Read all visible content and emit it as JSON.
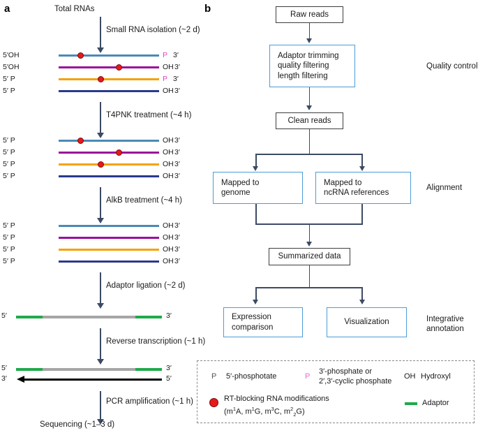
{
  "panels": {
    "a": {
      "letter": "a",
      "title": "Total RNAs",
      "steps": [
        {
          "label": "Small RNA isolation (~2 d)"
        },
        {
          "label": "T4PNK treatment (~4 h)"
        },
        {
          "label": "AlkB treatment (~4 h)"
        },
        {
          "label": "Adaptor ligation (~2 d)"
        },
        {
          "label": "Reverse transcription (~1 h)"
        },
        {
          "label": "PCR amplification (~1 h)"
        }
      ],
      "final_label": "Sequencing (~1–3 d)",
      "stage1": {
        "name": "after-small-rna-isolation",
        "strands": [
          {
            "left": "5′OH",
            "right_main": "P",
            "right_prime": "3′",
            "right_pink": true,
            "color": "#4a8ab5",
            "mod": true,
            "mod_pos": 0.22
          },
          {
            "left": "5′OH",
            "right_main": "OH",
            "right_prime": "3′",
            "right_pink": false,
            "color": "#9b109b",
            "mod": true,
            "mod_pos": 0.6
          },
          {
            "left": "5′  P",
            "right_main": "P",
            "right_prime": "3′",
            "right_pink": true,
            "color": "#f5a20a",
            "mod": true,
            "mod_pos": 0.42
          },
          {
            "left": "5′  P",
            "right_main": "OH",
            "right_prime": "3′",
            "right_pink": false,
            "color": "#2a3a8c",
            "mod": false,
            "mod_pos": 0
          }
        ]
      },
      "stage2": {
        "name": "after-t4pnk-treatment",
        "strands": [
          {
            "left": "5′ P",
            "right_main": "OH",
            "right_prime": "3′",
            "color": "#4a8ab5",
            "mod": true,
            "mod_pos": 0.22
          },
          {
            "left": "5′ P",
            "right_main": "OH",
            "right_prime": "3′",
            "color": "#9b109b",
            "mod": true,
            "mod_pos": 0.6
          },
          {
            "left": "5′ P",
            "right_main": "OH",
            "right_prime": "3′",
            "color": "#f5a20a",
            "mod": true,
            "mod_pos": 0.42
          },
          {
            "left": "5′ P",
            "right_main": "OH",
            "right_prime": "3′",
            "color": "#2a3a8c",
            "mod": false,
            "mod_pos": 0
          }
        ]
      },
      "stage3": {
        "name": "after-alkb-treatment",
        "strands": [
          {
            "left": "5′ P",
            "right_main": "OH",
            "right_prime": "3′",
            "color": "#4a8ab5",
            "mod": false,
            "mod_pos": 0
          },
          {
            "left": "5′ P",
            "right_main": "OH",
            "right_prime": "3′",
            "color": "#9b109b",
            "mod": false,
            "mod_pos": 0
          },
          {
            "left": "5′ P",
            "right_main": "OH",
            "right_prime": "3′",
            "color": "#f5a20a",
            "mod": false,
            "mod_pos": 0
          },
          {
            "left": "5′ P",
            "right_main": "OH",
            "right_prime": "3′",
            "color": "#2a3a8c",
            "mod": false,
            "mod_pos": 0
          }
        ]
      },
      "stage4": {
        "name": "after-adaptor-ligation",
        "left": "5′",
        "right": "3′"
      },
      "stage5": {
        "name": "after-reverse-transcription",
        "top_left": "5′",
        "top_right": "3′",
        "bottom_left": "3′",
        "bottom_right": "5′"
      }
    },
    "b": {
      "letter": "b",
      "nodes": {
        "raw_reads": "Raw reads",
        "qc": "Adaptor trimming\nquality filtering\nlength filtering",
        "qc_lines": [
          "Adaptor trimming",
          "quality filtering",
          "length filtering"
        ],
        "clean_reads": "Clean reads",
        "mapped_genome_lines": [
          "Mapped to",
          "genome"
        ],
        "mapped_ncrna_lines": [
          "Mapped to",
          "ncRNA references"
        ],
        "summarized": "Summarized data",
        "expression_lines": [
          "Expression",
          "comparison"
        ],
        "visualization": "Visualization"
      },
      "stage_labels": [
        {
          "text": "Quality control"
        },
        {
          "text": "Alignment"
        },
        {
          "text": "Integrative\nannotation",
          "lines": [
            "Integrative",
            "annotation"
          ]
        }
      ]
    }
  },
  "legend": {
    "name": "figure-legend",
    "items": [
      {
        "symbol": "P",
        "symbol_color": "#555555",
        "text": "5′-phosphotate"
      },
      {
        "symbol": "P",
        "symbol_color": "#e66bd0",
        "lines": [
          "3′-phosphate or",
          "2′,3′-cyclic phosphate"
        ]
      },
      {
        "symbol": "OH",
        "symbol_color": "#1a1a1a",
        "text": "Hydroxyl"
      },
      {
        "symbol": "red-dot",
        "symbol_color": "#e8191b",
        "lines": [
          "RT-blocking RNA modifications",
          "(m1A, m1G, m3C, m22G)"
        ]
      },
      {
        "symbol": "green-line",
        "symbol_color": "#1faa4b",
        "text": "Adaptor"
      }
    ],
    "mod_line1": "RT-blocking RNA modifications"
  },
  "colors": {
    "strand_blue": "#4a8ab5",
    "strand_purple": "#9b109b",
    "strand_orange": "#f5a20a",
    "strand_navy": "#2a3a8c",
    "arrow": "#3c4a63",
    "mod_red": "#e8191b",
    "adaptor_green": "#1faa4b",
    "insert_gray": "#a6a6a6",
    "box_blue": "#4d9cd6",
    "box_dark": "#3d3d3d",
    "pink": "#e66bd0"
  }
}
